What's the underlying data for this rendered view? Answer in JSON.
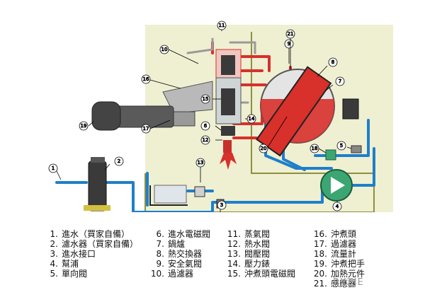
{
  "callouts": [
    "1",
    "2",
    "3",
    "4",
    "5",
    "6",
    "7",
    "8",
    "9",
    "10",
    "11",
    "12",
    "13",
    "14",
    "15",
    "16",
    "17",
    "18",
    "19",
    "20",
    "21"
  ],
  "legend": {
    "col1": [
      {
        "n": "1.",
        "t": "進水（買家自備）"
      },
      {
        "n": "2.",
        "t": "濾水器（買家自備）"
      },
      {
        "n": "3.",
        "t": "進水接口"
      },
      {
        "n": "4.",
        "t": "幫浦"
      },
      {
        "n": "5.",
        "t": "單向閥"
      }
    ],
    "col2": [
      {
        "n": "6.",
        "t": "進水電磁閥"
      },
      {
        "n": "7.",
        "t": "鍋爐"
      },
      {
        "n": "8.",
        "t": "熱交換器"
      },
      {
        "n": "9.",
        "t": "安全氣閥"
      },
      {
        "n": "10.",
        "t": "過濾器"
      }
    ],
    "col3": [
      {
        "n": "11.",
        "t": "蒸氣閥"
      },
      {
        "n": "12.",
        "t": "熱水閥"
      },
      {
        "n": "13.",
        "t": "閥壓閥"
      },
      {
        "n": "14.",
        "t": "壓力錶"
      },
      {
        "n": "15.",
        "t": "沖煮頭電磁閥"
      }
    ],
    "col4": [
      {
        "n": "16.",
        "t": "沖煮頭"
      },
      {
        "n": "17.",
        "t": "過濾器"
      },
      {
        "n": "18.",
        "t": "流量計"
      },
      {
        "n": "19.",
        "t": "沖煮把手"
      },
      {
        "n": "20.",
        "t": "加熱元件"
      },
      {
        "n": "21.",
        "t": "感應器"
      }
    ]
  },
  "watermark": "BXZJE",
  "colors": {
    "cold_water": "#1f7fc9",
    "hot_water": "#d8302b",
    "frame": "#e8e8c4",
    "frame_line": "#8f8f40",
    "metal_dark": "#585858",
    "pump": "#3ca672"
  }
}
